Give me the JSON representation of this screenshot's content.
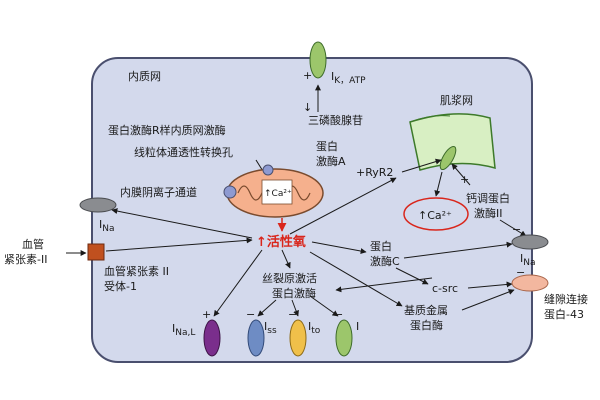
{
  "labels": {
    "er": "内质网",
    "ik_atp": "I",
    "ik_atp_sub": "K，ATP",
    "atp": "三磷酸腺苷",
    "sarco": "肌浆网",
    "pkr": "蛋白激酶R样内质网激酶",
    "mptp": "线粒体通透性转换孔",
    "pka_1": "蛋白",
    "pka_2": "激酶A",
    "ryr2": "+RyR2",
    "imac": "内膜阴离子通道",
    "ca_mito": "Ca²⁺",
    "ca_sr": "Ca²⁺",
    "camk_1": "钙调蛋白",
    "camk_2": "激酶II",
    "ina": "I",
    "ina_sub": "Na",
    "ros": "活性氧",
    "ros_arrow": "↑",
    "ang_1": "血管",
    "ang_2": "紧张素-II",
    "at1_1": "血管紧张素 II",
    "at1_2": "受体-1",
    "pkc_1": "蛋白",
    "pkc_2": "激酶C",
    "ina_right": "I",
    "ina_right_sub": "Na",
    "mapk_1": "丝裂原激活",
    "mapk_2": "蛋白激酶",
    "csrc": "c-src",
    "mmp_1": "基质金属",
    "mmp_2": "蛋白酶",
    "cx43_1": "缝隙连接",
    "cx43_2": "蛋白-43",
    "inal": "I",
    "inal_sub": "Na,L",
    "iss": "I",
    "iss_sub": "ss",
    "ito": "I",
    "ito_sub": "to",
    "i_last": "I"
  },
  "signs": {
    "plus": "+",
    "minus": "−"
  },
  "colors": {
    "cell_fill": "#d3d9ec",
    "cell_stroke": "#4a4f6e",
    "green_channel": "#9cc66b",
    "gray_channel": "#8a8c90",
    "purple_channel": "#7a2e8c",
    "blue_channel": "#6e8cc4",
    "yellow_channel": "#f0c04a",
    "pink_channel": "#f3b79f",
    "mito_fill": "#f5b08d",
    "mito_stroke": "#7a4b2e",
    "ros_red": "#d9261c",
    "at1_box": "#c0501f",
    "sr_fill": "#d8efc3",
    "sr_stroke": "#3d7a2a"
  }
}
